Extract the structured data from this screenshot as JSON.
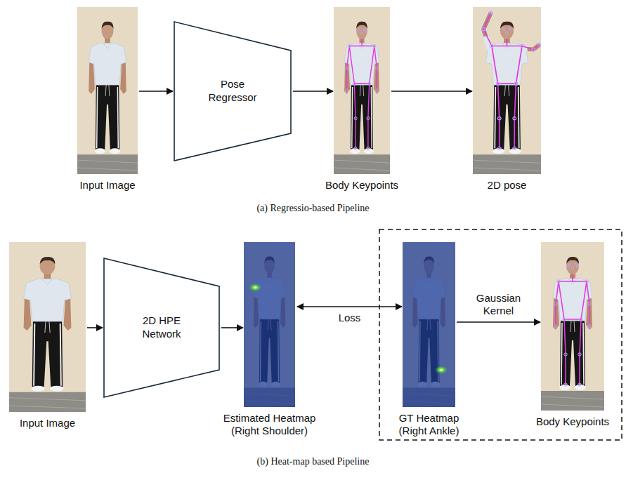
{
  "diagram": {
    "nodes": [
      {
        "text": [
          "Input Image"
        ]
      },
      {
        "text": [
          "Pose Regressor"
        ]
      },
      {
        "text": [
          "Body Keypoints"
        ]
      },
      {
        "text": [
          "2D pose"
        ]
      },
      {
        "text": [
          "Input Image"
        ]
      },
      {
        "text": [
          "2D HPE Network"
        ]
      },
      {
        "text": [
          "Estimated Heatmap (Right Shoulder)"
        ]
      },
      {
        "text": [
          "GT Heatmap (Right Ankle)"
        ]
      },
      {
        "text": [
          "Body Keypoints"
        ]
      }
    ],
    "edges": [
      {
        "from": 0,
        "to": 1,
        "arrow": "to"
      },
      {
        "from": 1,
        "to": 2,
        "arrow": "to"
      },
      {
        "from": 2,
        "to": 3,
        "arrow": "to"
      },
      {
        "from": 4,
        "to": 5,
        "arrow": "to"
      },
      {
        "from": 5,
        "to": 6,
        "arrow": "to"
      },
      {
        "from": 6,
        "to": 7,
        "label": "Loss",
        "arrow": "both"
      },
      {
        "from": 7,
        "to": 8,
        "label": "Gaussian Kernel",
        "arrow": "to"
      }
    ],
    "labels": [
      "(a) Regressio-based Pipeline",
      "(b) Heat-map based Pipeline"
    ]
  }
}
